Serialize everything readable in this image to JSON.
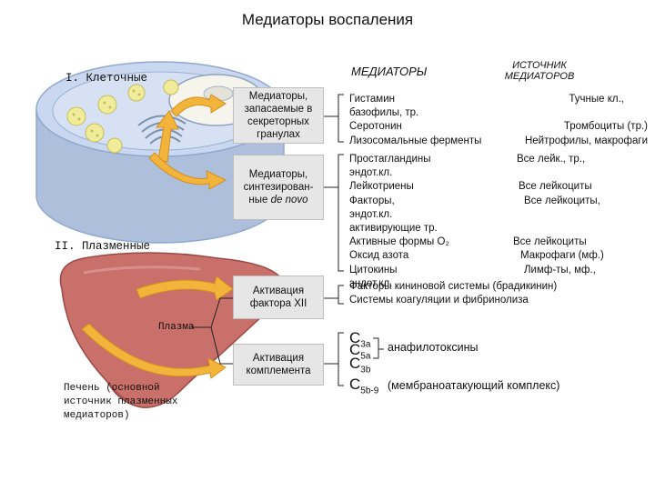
{
  "title": "Медиаторы воспаления",
  "sections": {
    "cellular": "I. Клеточные",
    "plasma": "II. Плазменные"
  },
  "headers": {
    "mediators": "МЕДИАТОРЫ",
    "source_line1": "ИСТОЧНИК",
    "source_line2": "МЕДИАТОРОВ"
  },
  "boxes": {
    "stored": [
      "Медиаторы,",
      "запасаемые в",
      "секреторных",
      "гранулах"
    ],
    "synth_line1": "Медиаторы,",
    "synth_line2": "синтезирован-",
    "synth_line3_prefix": "ные ",
    "synth_line3_italic": "de novo",
    "factor12": [
      "Активация",
      "фактора XII"
    ],
    "complement": [
      "Активация",
      "комплемента"
    ]
  },
  "labels": {
    "plasma": "Плазма",
    "liver": [
      "Печень (основной",
      "источник плазменных",
      "медиаторов)"
    ]
  },
  "stored_lines": [
    {
      "m": "Гистамин",
      "s": "Тучные кл.,"
    },
    {
      "m": "базофилы, тр.",
      "s": ""
    },
    {
      "m": "Серотонин",
      "s": "Тромбоциты (тр.)"
    },
    {
      "m": "Лизосомальные ферменты",
      "s": "Нейтрофилы, макрофаги"
    }
  ],
  "synth_lines": [
    {
      "m": "Простагландины",
      "s": "Все лейк., тр.,"
    },
    {
      "m": "эндот.кл.",
      "s": ""
    },
    {
      "m": "Лейкотриены",
      "s": "Все лейкоциты"
    },
    {
      "m": "Факторы,",
      "s": "Все лейкоциты,"
    },
    {
      "m": "эндот.кл.",
      "s": ""
    },
    {
      "m": "активирующие тр.",
      "s": ""
    },
    {
      "m": "Активные формы О₂",
      "s": "Все лейкоциты"
    },
    {
      "m": "Оксид азота",
      "s": "Макрофаги (мф.)"
    },
    {
      "m": "Цитокины",
      "s": "Лимф-ты, мф.,"
    },
    {
      "m": "эндот.кл.",
      "s": ""
    }
  ],
  "plasma_lines": [
    "Факторы кининовой системы (брадикинин)",
    "Системы коагуляции и фибринолиза"
  ],
  "complement": {
    "c3a": "C",
    "c3a_sub": "3a",
    "c5a": "C",
    "c5a_sub": "5a",
    "c3b": "C",
    "c3b_sub": "3b",
    "anaphyl": "анафилотоксины",
    "c5b9": "C",
    "c5b9_sub": "5b-9",
    "mac": "(мембраноатакующий комплекс)"
  },
  "colors": {
    "cell_body": "#c9d8ee",
    "cell_edge": "#8fa8cf",
    "nucleus": "#f5f5ee",
    "granule": "#f1ec9c",
    "liver": "#c9706a",
    "arrow": "#f2b43a"
  }
}
